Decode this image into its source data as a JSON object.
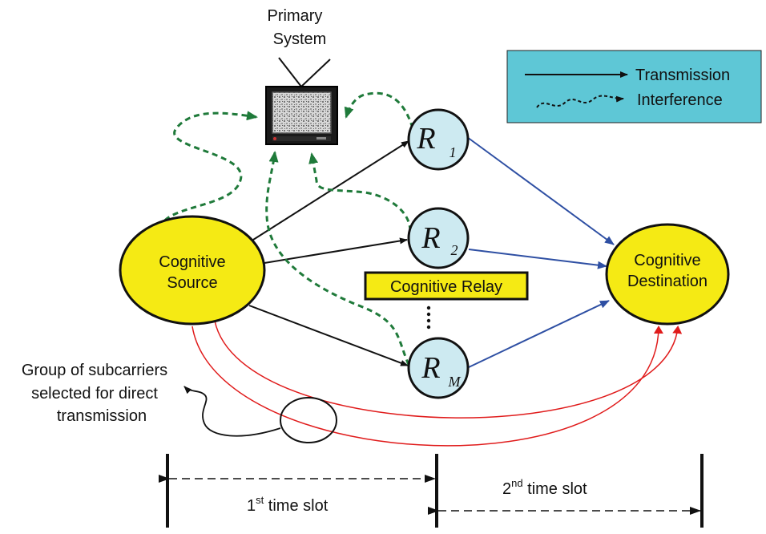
{
  "primary_system": {
    "line1": "Primary",
    "line2": "System"
  },
  "legend": {
    "transmission": "Transmission",
    "interference": "Interference"
  },
  "source": {
    "line1": "Cognitive",
    "line2": "Source"
  },
  "destination": {
    "line1": "Cognitive",
    "line2": "Destination"
  },
  "relay_box": {
    "label": "Cognitive Relay"
  },
  "relays": [
    {
      "letter": "R",
      "sub": "1"
    },
    {
      "letter": "R",
      "sub": "2"
    },
    {
      "letter": "R",
      "sub": "M"
    }
  ],
  "subcarrier_note": {
    "line1": "Group of subcarriers",
    "line2": "selected for direct",
    "line3": "transmission"
  },
  "slots": {
    "first": {
      "ord": "1",
      "sup": "st",
      "rest": " time slot"
    },
    "second": {
      "ord": "2",
      "sup": "nd",
      "rest": " time slot"
    }
  },
  "colors": {
    "node_fill": "#f5ea14",
    "relay_fill": "#cdeaf1",
    "legend_fill": "#5ec7d6",
    "relay_link": "#2e4fa3",
    "interference": "#1f7a3a",
    "direct": "#e01b1b"
  },
  "icons": {
    "tv": "tv-icon"
  }
}
